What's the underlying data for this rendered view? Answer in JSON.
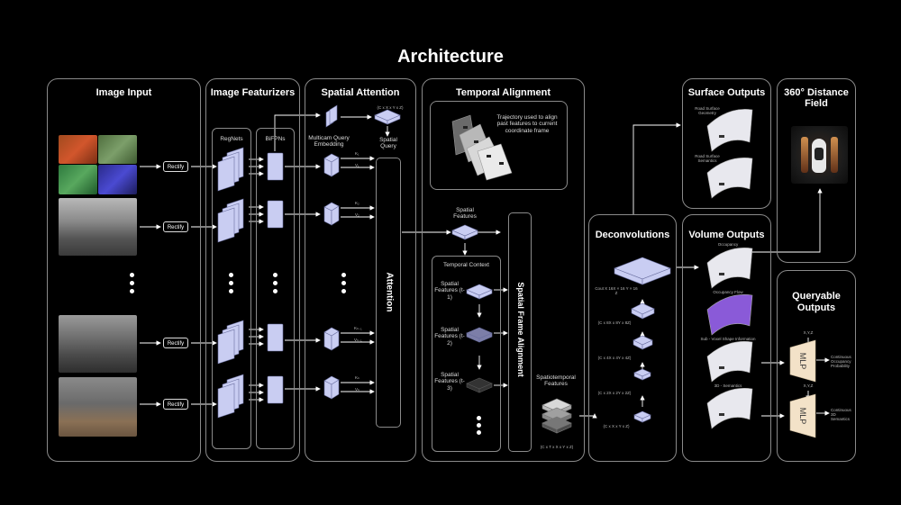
{
  "title": "Architecture",
  "panels": {
    "image_input": "Image Input",
    "image_featurizers": "Image Featurizers",
    "spatial_attention": "Spatial Attention",
    "temporal_alignment": "Temporal Alignment",
    "deconvolutions": "Deconvolutions",
    "surface_outputs": "Surface Outputs",
    "volume_outputs": "Volume Outputs",
    "distance_field": "360° Distance Field",
    "queryable_outputs": "Queryable Outputs"
  },
  "labels": {
    "rectify": "Rectify",
    "regnets": "RegNets",
    "bifpns": "BiFPNs",
    "multicam_query_embedding": "Multicam Query Embedding",
    "spatial_query": "Spatial Query",
    "spatial_query_dims": "(C x X x Y x Z)",
    "k1": "K₁",
    "v1": "V₁",
    "k2": "K₂",
    "v2": "V₂",
    "kn1": "Kₙ₋₁",
    "vn1": "Vₙ₋₁",
    "kn": "Kₙ",
    "vn": "Vₙ",
    "attention": "Attention",
    "trajectory": "Trajectory used to align past features to current coordinate frame",
    "spatial_features": "Spatial Features",
    "temporal_context": "Temporal Context",
    "sf_t1": "Spatial Features (t-1)",
    "sf_t2": "Spatial Features (t-2)",
    "sf_t3": "Spatial Features (t-3)",
    "spatial_frame_alignment": "Spatial Frame Alignment",
    "spatiotemporal_features": "Spatiotemporal Features",
    "spatiotemporal_dims": "(C x T x X x Y x Z)",
    "deconv_dims": [
      "Cout X 16X × 16 Y × 16 Z",
      "(C x 8X x 8Y x 8Z)",
      "(C x 4X x 4Y x 4Z)",
      "(C x 2X x 2Y x 2Z)",
      "(C x X x Y x Z)"
    ],
    "road_surface_geometry": "Road Surface Geometry",
    "road_surface_semantics": "Road Surface Semantics",
    "occupancy": "Occupancy",
    "occupancy_flow": "Occupancy Flow",
    "subvoxel": "Sub - Voxel Shape Information",
    "semantics_3d": "3D - Semantics",
    "mlp": "MLP",
    "xyz": "X,Y,Z",
    "cont_occ": "Continuous Occupancy Probability",
    "cont_sem": "Continuous 3D Semantics"
  },
  "colors": {
    "panel_border": "#8a8a8a",
    "layer_fill": "#c9cdf2",
    "mlp_fill": "#f3e2c8",
    "flow_purple": "#8a5ad8"
  }
}
